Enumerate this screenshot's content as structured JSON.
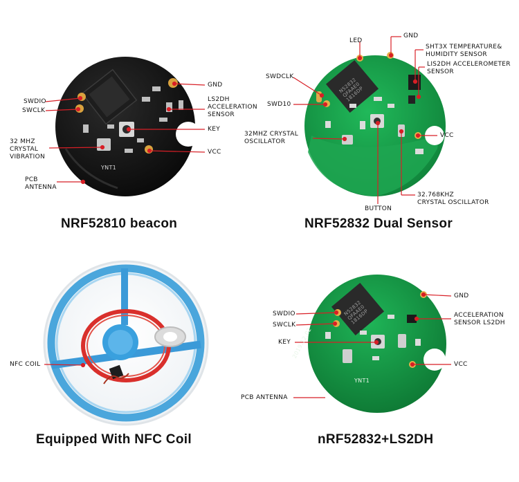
{
  "colors": {
    "leader": "#d81f26",
    "dot": "#d81f26",
    "black_pcb": "#141414",
    "green_pcb": "#17a24a",
    "coil": "#d9302c",
    "blue": "#3a9bd6"
  },
  "panels": [
    {
      "caption": "NRF52810 beacon",
      "labels": {
        "swdio": "SWDIO",
        "swclk": "SWCLK",
        "crystal": "32 MHZ\nCRYSTAL\nVIBRATION",
        "antenna": "PCB\nANTENNA",
        "gnd": "GND",
        "ls2dh": "LS2DH\nACCELERATION\nSENSOR",
        "key": "KEY",
        "vcc": "VCC"
      },
      "silk": "YNT1"
    },
    {
      "caption": "NRF52832 Dual Sensor",
      "labels": {
        "led": "LED",
        "gnd": "GND",
        "sht3x": "SHT3X TEMPERATURE&\nHUMIDITY SENSOR",
        "ls2dh": "LIS2DH ACCELEROMETER\nSENSOR",
        "swdclk": "SWDCLK",
        "swdio": "SWD10",
        "crystal32m": "32MHZ CRYSTAL\nOSCILLATOR",
        "vcc": "VCC",
        "button": "BUTTON",
        "crystal32k": "32.768KHZ\nCRYSTAL OSCILLATOR"
      },
      "chip": "N52832\nQFAAE0\n1816DP"
    },
    {
      "caption": "Equipped With NFC Coil",
      "labels": {
        "nfc": "NFC COIL"
      }
    },
    {
      "caption": "nRF52832+LS2DH",
      "labels": {
        "gnd": "GND",
        "swdio": "SWDIO",
        "swclk": "SWCLK",
        "accel": "ACCELERATION\nSENSOR LS2DH",
        "key": "KEY",
        "vcc": "VCC",
        "antenna": "PCB ANTENNA"
      },
      "chip": "N52832\nQFAAE0\n1816DP",
      "silk": "YNT1",
      "date": "2019.12.02"
    }
  ]
}
